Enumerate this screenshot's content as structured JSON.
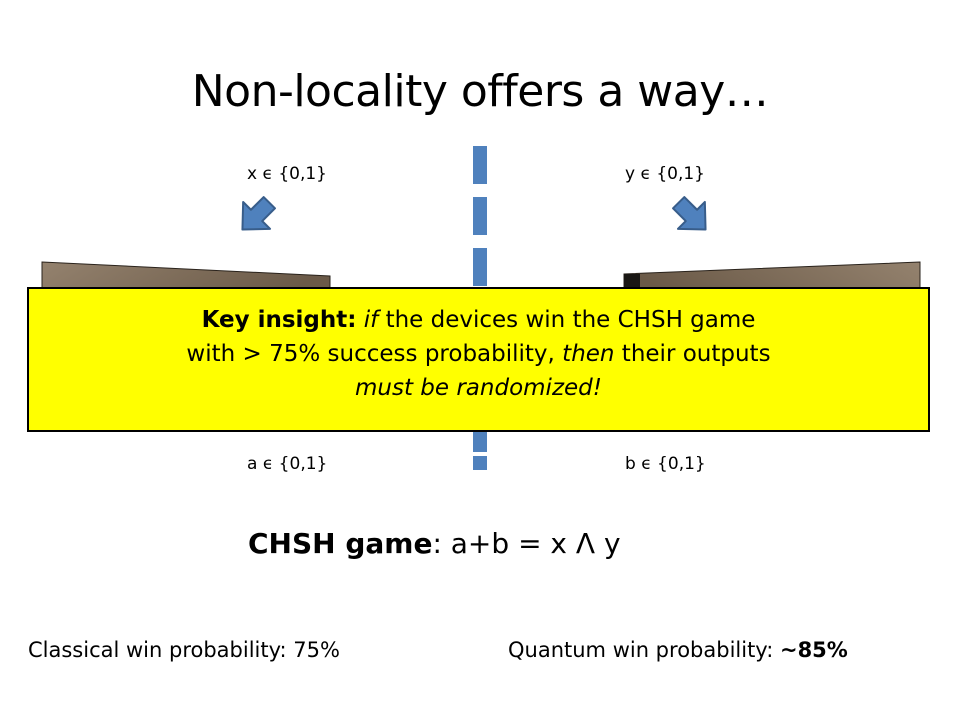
{
  "slide": {
    "title": "Non-locality offers a way…",
    "inputs": {
      "x": "x ϵ {0,1}",
      "y": "y ϵ {0,1}"
    },
    "outputs": {
      "a": "a ϵ {0,1}",
      "b": "b ϵ {0,1}"
    },
    "insight": {
      "lead": "Key insight:",
      "if_word": "if",
      "line1_rest": " the devices win the CHSH game",
      "line2_start": "with > 75% success probability, ",
      "then_word": "then",
      "line2_end": " their outputs",
      "line3": "must be randomized!"
    },
    "chsh": {
      "label": "CHSH game",
      "equation": ": a+b = x Λ y"
    },
    "classical": {
      "label": "Classical win probability: 75%"
    },
    "quantum": {
      "label": "Quantum win probability: ",
      "value": "~85%"
    }
  },
  "colors": {
    "divider": "#4f81bd",
    "arrow_fill": "#4f81bd",
    "arrow_stroke": "#385d8a",
    "highlight": "#ffff00",
    "device_top": "#7a6753",
    "device_side": "#1a1714"
  },
  "icons": [
    "input-arrow-icon",
    "device-box",
    "divider-line"
  ]
}
